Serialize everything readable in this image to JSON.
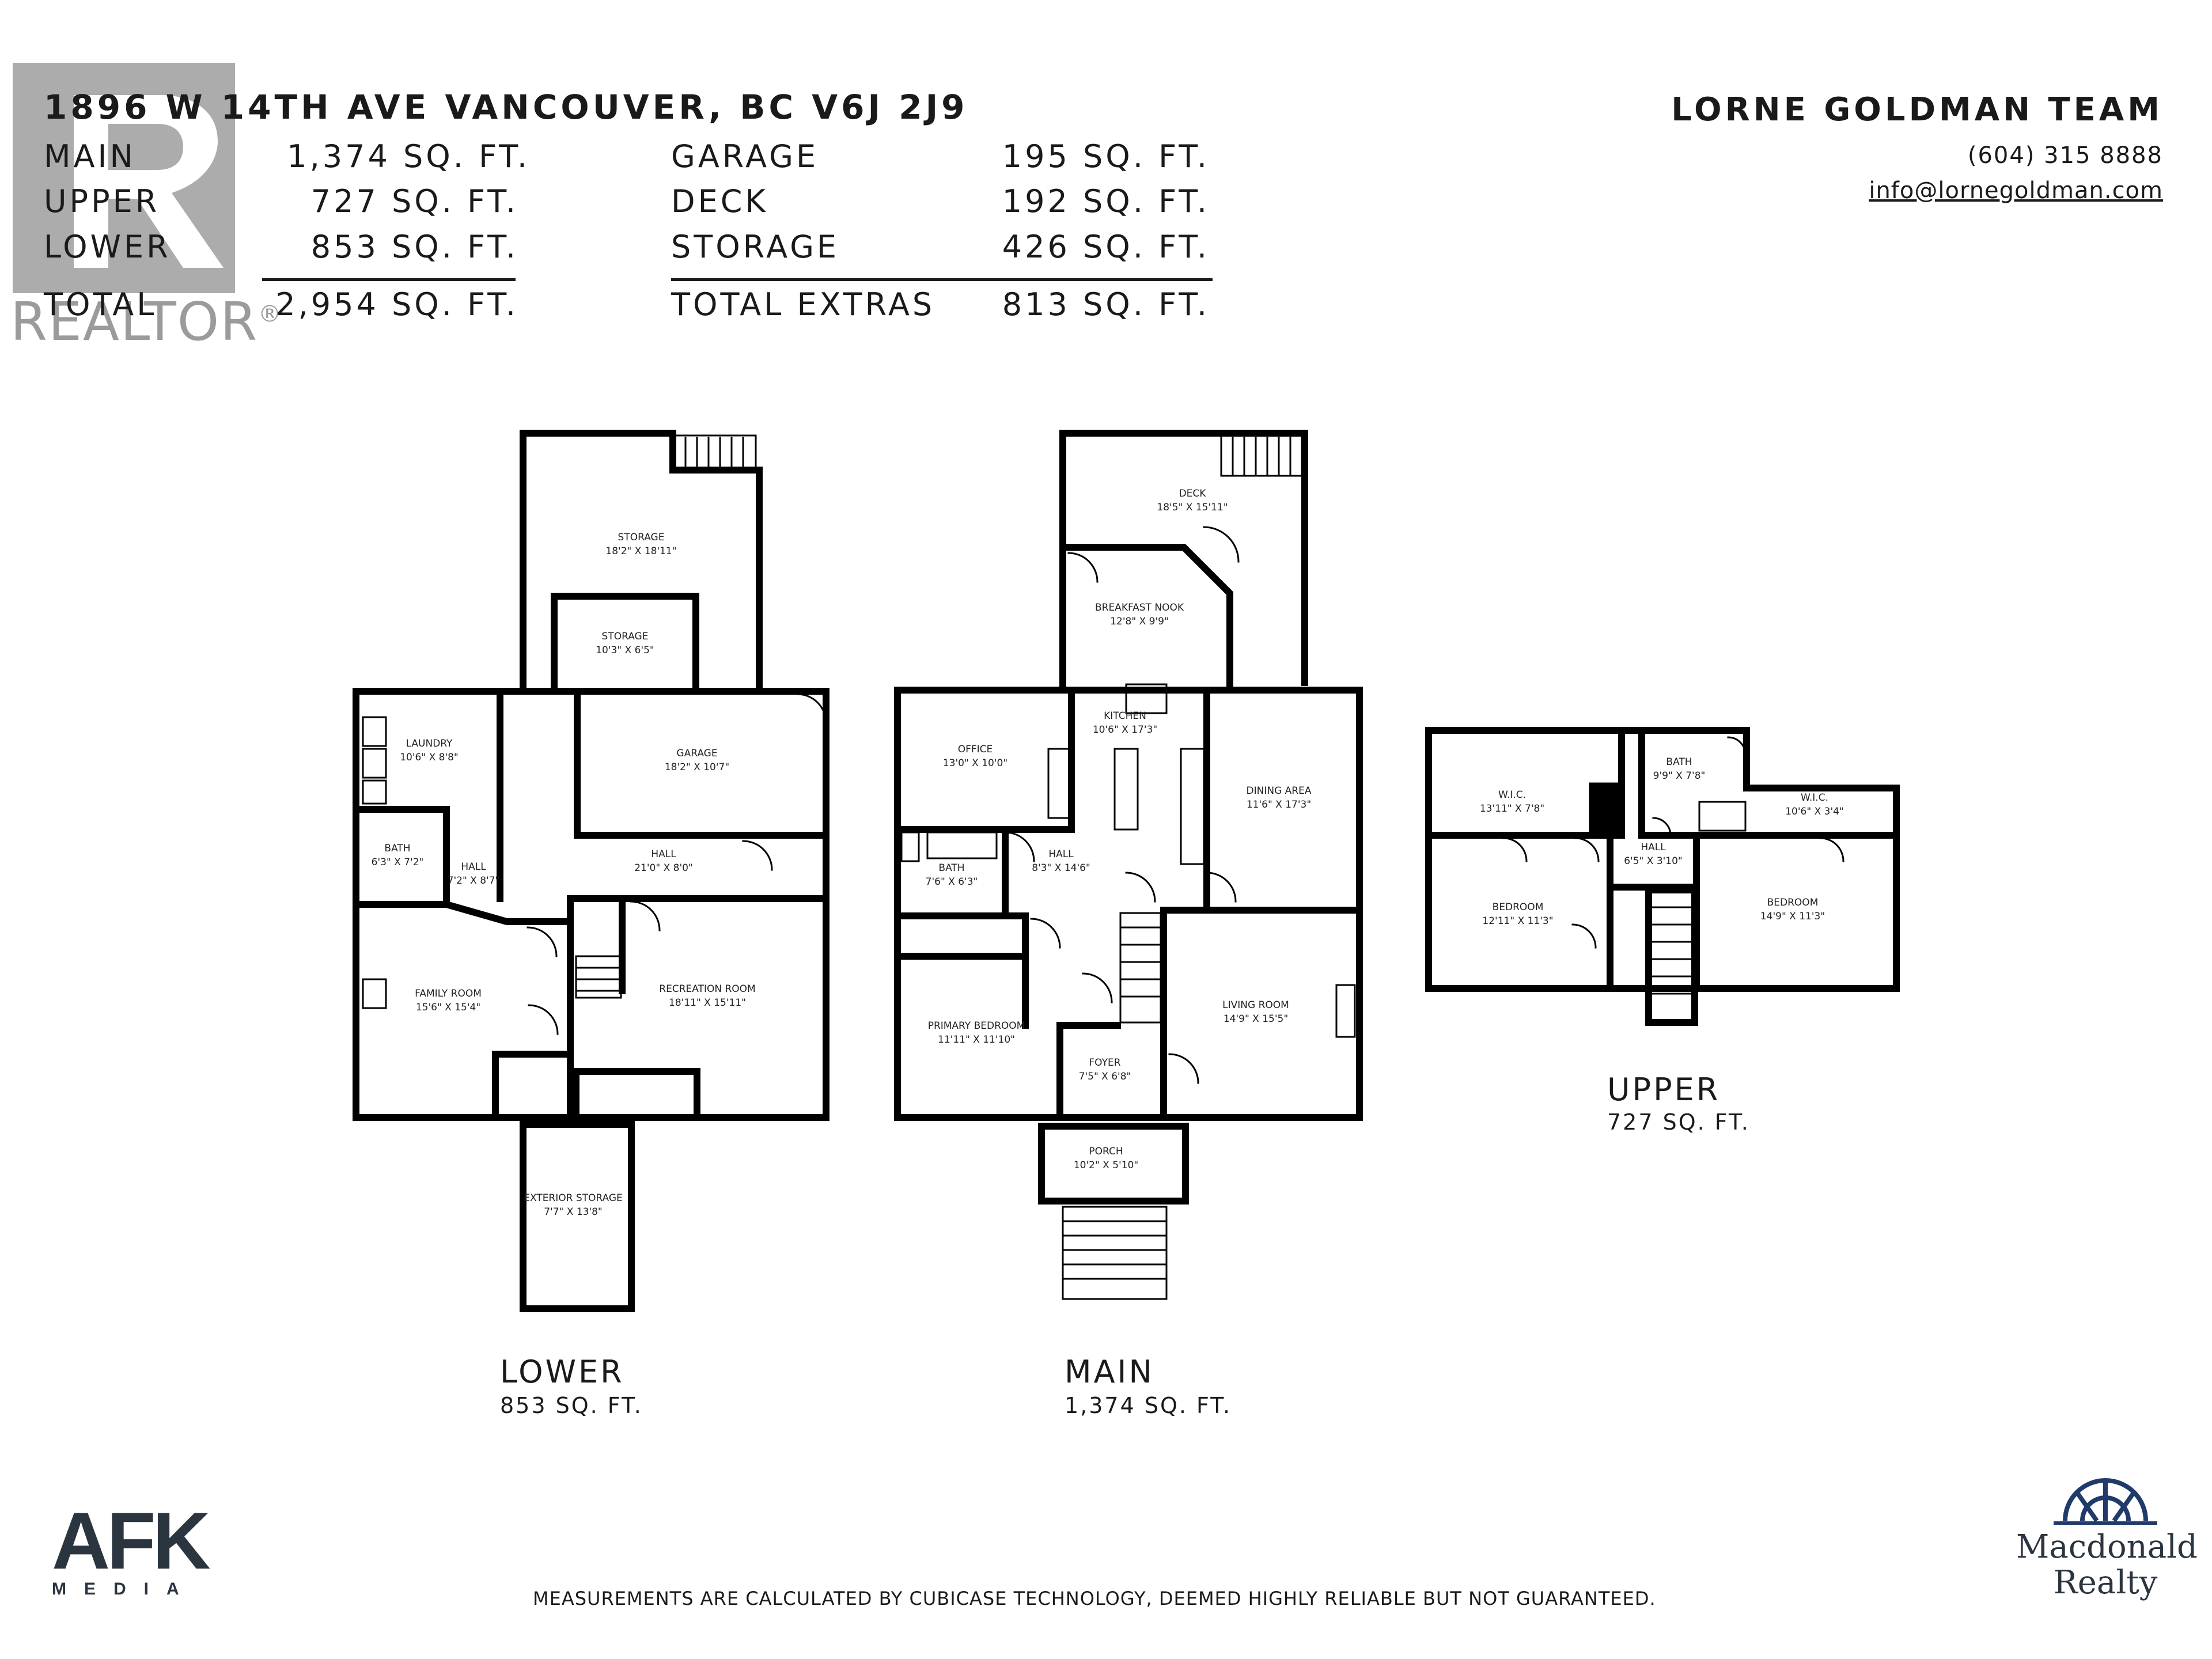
{
  "header": {
    "address": "1896 W 14TH AVE VANCOUVER, BC V6J 2J9",
    "areas": [
      {
        "label": "MAIN",
        "value": "1,374 SQ. FT."
      },
      {
        "label": "UPPER",
        "value": "727 SQ. FT."
      },
      {
        "label": "LOWER",
        "value": "853 SQ. FT."
      }
    ],
    "total": {
      "label": "TOTAL",
      "value": "2,954 SQ. FT."
    },
    "extras": [
      {
        "label": "GARAGE",
        "value": "195 SQ. FT."
      },
      {
        "label": "DECK",
        "value": "192 SQ. FT."
      },
      {
        "label": "STORAGE",
        "value": "426 SQ. FT."
      }
    ],
    "total_extras": {
      "label": "TOTAL EXTRAS",
      "value": "813 SQ. FT."
    }
  },
  "team": {
    "name": "LORNE GOLDMAN TEAM",
    "phone": "(604) 315 8888",
    "email": "info@lornegoldman.com"
  },
  "watermark": {
    "text": "REALTOR",
    "mark": "®"
  },
  "floors": {
    "lower": {
      "title": "LOWER",
      "area": "853 SQ. FT.",
      "rooms": [
        {
          "name": "STORAGE",
          "dims": "18'2\" X 18'11\""
        },
        {
          "name": "STORAGE",
          "dims": "10'3\" X 6'5\""
        },
        {
          "name": "LAUNDRY",
          "dims": "10'6\" X 8'8\""
        },
        {
          "name": "GARAGE",
          "dims": "18'2\" X 10'7\""
        },
        {
          "name": "BATH",
          "dims": "6'3\" X 7'2\""
        },
        {
          "name": "HALL",
          "dims": "7'2\" X 8'7\""
        },
        {
          "name": "HALL",
          "dims": "21'0\" X 8'0\""
        },
        {
          "name": "FAMILY ROOM",
          "dims": "15'6\" X 15'4\""
        },
        {
          "name": "RECREATION ROOM",
          "dims": "18'11\" X 15'11\""
        },
        {
          "name": "EXTERIOR STORAGE",
          "dims": "7'7\" X 13'8\""
        }
      ]
    },
    "main": {
      "title": "MAIN",
      "area": "1,374 SQ. FT.",
      "rooms": [
        {
          "name": "DECK",
          "dims": "18'5\" X 15'11\""
        },
        {
          "name": "BREAKFAST NOOK",
          "dims": "12'8\" X 9'9\""
        },
        {
          "name": "KITCHEN",
          "dims": "10'6\" X 17'3\""
        },
        {
          "name": "OFFICE",
          "dims": "13'0\" X 10'0\""
        },
        {
          "name": "DINING AREA",
          "dims": "11'6\" X 17'3\""
        },
        {
          "name": "BATH",
          "dims": "7'6\" X 6'3\""
        },
        {
          "name": "HALL",
          "dims": "8'3\" X 14'6\""
        },
        {
          "name": "PRIMARY BEDROOM",
          "dims": "11'11\" X 11'10\""
        },
        {
          "name": "LIVING ROOM",
          "dims": "14'9\" X 15'5\""
        },
        {
          "name": "FOYER",
          "dims": "7'5\" X 6'8\""
        },
        {
          "name": "PORCH",
          "dims": "10'2\" X 5'10\""
        }
      ]
    },
    "upper": {
      "title": "UPPER",
      "area": "727 SQ. FT.",
      "rooms": [
        {
          "name": "W.I.C.",
          "dims": "13'11\" X 7'8\""
        },
        {
          "name": "BATH",
          "dims": "9'9\" X 7'8\""
        },
        {
          "name": "W.I.C.",
          "dims": "10'6\" X 3'4\""
        },
        {
          "name": "HALL",
          "dims": "6'5\" X 3'10\""
        },
        {
          "name": "BEDROOM",
          "dims": "12'11\" X 11'3\""
        },
        {
          "name": "BEDROOM",
          "dims": "14'9\" X 11'3\""
        }
      ]
    }
  },
  "logos": {
    "afk": {
      "main": "AFK",
      "sub": "MEDIA"
    },
    "macdonald": {
      "line1": "Macdonald",
      "line2": "Realty"
    }
  },
  "disclaimer": "MEASUREMENTS ARE CALCULATED BY CUBICASE TECHNOLOGY, DEEMED HIGHLY RELIABLE BUT NOT GUARANTEED."
}
